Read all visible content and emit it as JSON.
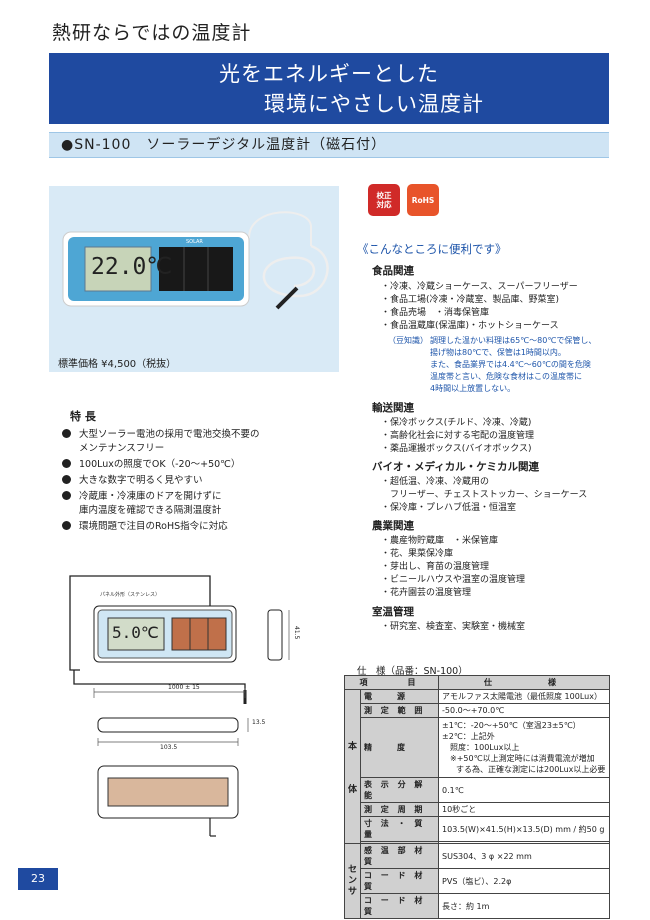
{
  "header": {
    "top_title": "熱研ならではの温度計",
    "banner_line1": "光をエネルギーとした",
    "banner_line2": "環境にやさしい温度計",
    "model_bar": "●SN-100　ソーラーデジタル温度計（磁石付）"
  },
  "photo": {
    "display": "22.0℃",
    "solar_label": "SOLAR",
    "price": "標準価格 ¥4,500（税抜）"
  },
  "badges": [
    {
      "line1": "校正",
      "line2": "対応",
      "color": "#d02a28"
    },
    {
      "line1": "RoHS",
      "line2": "",
      "color": "#e8542a"
    }
  ],
  "uses": {
    "heading": "《こんなところに便利です》",
    "food_title": "食品関連",
    "food_items": [
      "・冷凍、冷蔵ショーケース、スーパーフリーザー",
      "・食品工場(冷凍・冷蔵室、製品庫、野菜室)",
      "・食品売場　・消毒保管庫",
      "・食品温蔵庫(保温庫)・ホットショーケース"
    ],
    "note_tag": "（豆知識）",
    "note_lines": [
      "調理した温かい料理は65℃～80℃で保管し、",
      "揚げ物は80℃で、保管は1時間以内。",
      "また、食品業界では4.4℃～60℃の間を危険",
      "温度帯と言い、危険な食材はこの温度帯に",
      "4時間以上放置しない。"
    ],
    "transport_title": "輸送関連",
    "transport_items": [
      "・保冷ボックス(チルド、冷凍、冷蔵)",
      "・高齢化社会に対する宅配の温度管理",
      "・薬品運搬ボックス(バイオボックス)"
    ],
    "bio_title": "バイオ・メディカル・ケミカル関連",
    "bio_items": [
      "・超低温、冷凍、冷蔵用の",
      "　フリーザー、チェストストッカー、ショーケース",
      "・保冷庫・プレハブ低温・恒温室"
    ],
    "agri_title": "農業関連",
    "agri_items": [
      "・農産物貯蔵庫　・米保管庫",
      "・花、果菜保冷庫",
      "・芽出し、育苗の温度管理",
      "・ビニールハウスや温室の温度管理",
      "・花卉園芸の温度管理"
    ],
    "room_title": "室温管理",
    "room_items": [
      "・研究室、検査室、実験室・機械室"
    ]
  },
  "features": {
    "title": "特 長",
    "items": [
      {
        "l1": "大型ソーラー電池の採用で電池交換不要の",
        "l2": "メンテナンスフリー"
      },
      {
        "l1": "100Luxの照度でOK（-20～+50℃）",
        "l2": ""
      },
      {
        "l1": "大きな数字で明るく見やすい",
        "l2": ""
      },
      {
        "l1": "冷蔵庫・冷凍庫のドアを開けずに",
        "l2": "庫内温度を確認できる隔測温度計"
      },
      {
        "l1": "環境問題で注目のRoHS指令に対応",
        "l2": ""
      }
    ]
  },
  "diagram": {
    "display": "5.0℃",
    "front_label": "パネル外形（ステンレス）",
    "dim_height": "41.5",
    "dim_cable": "1000 ± 15",
    "dim_depth": "13.5",
    "dim_width": "103.5"
  },
  "spec": {
    "title": "仕　様（品番：SN-100）",
    "col_item": "項　　目",
    "col_spec": "仕　　　様",
    "group_main": "本\n\n\n\n体",
    "group_sensor": "セ\nン\nサ",
    "rows": {
      "power_label": "電　　源",
      "power_value": "アモルファス太陽電池（最低照度 100Lux）",
      "range_label": "測 定 範 囲",
      "range_value": "-50.0～+70.0℃",
      "accuracy_label": "精　　度",
      "accuracy_l1": "±1℃：-20～+50℃（室温23±5℃）",
      "accuracy_l2": "±2℃：上記外",
      "accuracy_l3": "照度：100Lux以上",
      "accuracy_l4": "※+50℃以上測定時には消費電流が増加",
      "accuracy_l5": "する為、正確な測定には200Lux以上必要",
      "resolution_label": "表 示 分 解 能",
      "resolution_value": "0.1℃",
      "cycle_label": "測 定 周 期",
      "cycle_value": "10秒ごと",
      "size_label": "寸 法 ・ 質 量",
      "size_value": "103.5(W)×41.5(H)×13.5(D) mm / 約50 g",
      "sensor_mat_label": "感 温 部 材 質",
      "sensor_mat_value": "SUS304、3 φ ×22 mm",
      "cord_mat_label": "コ ー ド 材 質",
      "cord_mat_value": "PVS（塩ビ）、2.2φ",
      "cord_len_label": "コ ー ド 材 質",
      "cord_len_value": "長さ：約 1m"
    }
  },
  "page_number": "23"
}
